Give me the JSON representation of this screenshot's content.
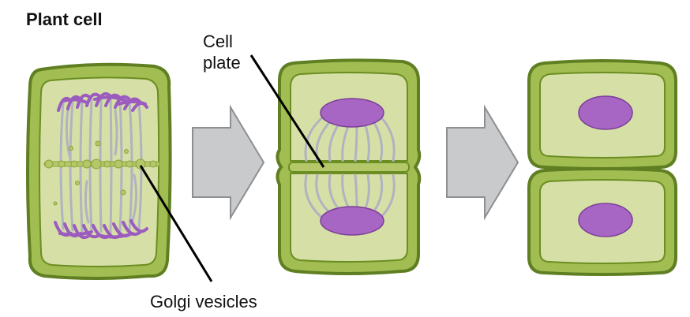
{
  "title": "Plant cell",
  "labels": {
    "cell_plate_line1": "Cell",
    "cell_plate_line2": "plate",
    "golgi_vesicles": "Golgi vesicles"
  },
  "colors": {
    "cell_wall_outer": "#6b8e23",
    "cell_wall_inner": "#a2bd51",
    "cytoplasm": "#d6e0a6",
    "chromosome": "#9b5bbf",
    "nucleus": "#a866c4",
    "spindle": "#b0b3c0",
    "arrow_fill": "#c9cacc",
    "arrow_stroke": "#8d8f93",
    "vesicle": "#b4c86a"
  },
  "stages": [
    "telophase-with-golgi-vesicles",
    "cell-plate-formation",
    "two-daughter-cells"
  ]
}
